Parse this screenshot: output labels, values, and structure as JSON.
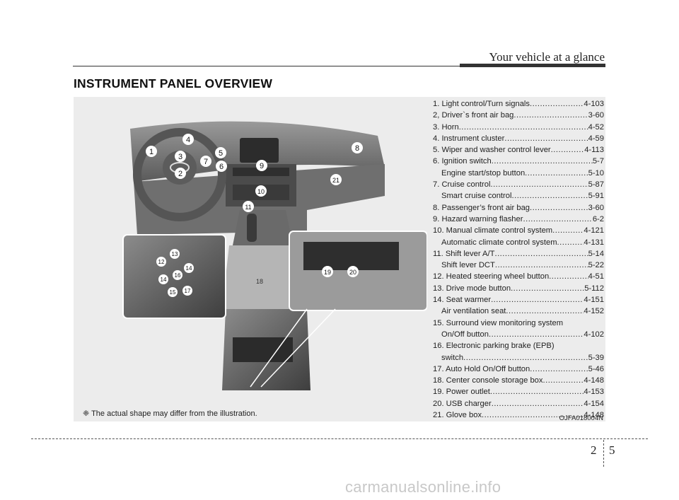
{
  "header": {
    "section": "Your vehicle at a glance"
  },
  "title": "INSTRUMENT PANEL OVERVIEW",
  "callouts": [
    "1",
    "2",
    "3",
    "4",
    "5",
    "6",
    "7",
    "8",
    "9",
    "10",
    "11",
    "12",
    "13",
    "14",
    "15",
    "16",
    "17",
    "18",
    "19",
    "20",
    "21"
  ],
  "items": [
    {
      "label": "1. Light control/Turn signals",
      "page": "4-103"
    },
    {
      "label": "2, Driver`s front air bag",
      "page": "3-60"
    },
    {
      "label": "3. Horn",
      "page": "4-52"
    },
    {
      "label": "4. Instrument cluster",
      "page": "4-59"
    },
    {
      "label": "5. Wiper and washer control lever",
      "page": "4-113"
    },
    {
      "label": "6. Ignition switch",
      "page": "5-7"
    },
    {
      "label": "Engine start/stop button",
      "page": "5-10"
    },
    {
      "label": "7. Cruise control",
      "page": "5-87"
    },
    {
      "label": "Smart cruise control",
      "page": "5-91"
    },
    {
      "label": "8. Passenger’s front air bag",
      "page": "3-60"
    },
    {
      "label": "9. Hazard warning flasher",
      "page": "6-2"
    },
    {
      "label": "10. Manual climate control system",
      "page": "4-121"
    },
    {
      "label": "Automatic climate control system",
      "page": "4-131"
    },
    {
      "label": "11. Shift lever A/T",
      "page": "5-14"
    },
    {
      "label": "Shift lever DCT",
      "page": "5-22"
    },
    {
      "label": "12. Heated steering wheel button",
      "page": "4-51"
    },
    {
      "label": "13. Drive mode button",
      "page": "5-112"
    },
    {
      "label": "14. Seat warmer",
      "page": "4-151"
    },
    {
      "label": "Air ventilation seat",
      "page": "4-152"
    },
    {
      "label": "15. Surround view monitoring system",
      "page": ""
    },
    {
      "label": "On/Off button",
      "page": "4-102"
    },
    {
      "label": "16. Electronic parking brake (EPB)",
      "page": ""
    },
    {
      "label": "switch",
      "page": "5-39"
    },
    {
      "label": "17. Auto Hold On/Off button",
      "page": "5-46"
    },
    {
      "label": "18. Center console storage box",
      "page": "4-148"
    },
    {
      "label": "19. Power outlet",
      "page": "4-153"
    },
    {
      "label": "20. USB charger",
      "page": "4-154"
    },
    {
      "label": "21. Glove box",
      "page": "4-148"
    }
  ],
  "note": "❈ The actual shape may differ from the illustration.",
  "code": "OJFA018004N",
  "page": {
    "chapter": "2",
    "number": "5"
  },
  "watermark": "carmanualsonline.info"
}
